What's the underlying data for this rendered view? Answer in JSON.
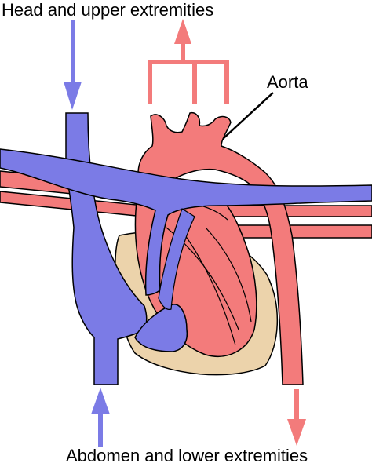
{
  "labels": {
    "top": "Head and upper extremities",
    "aorta": "Aorta",
    "bottom": "Abdomen and lower extremities"
  },
  "colors": {
    "venous_blue": "#7b7be6",
    "arterial_red": "#f37b7b",
    "tissue_tan": "#ecd3ab",
    "outline": "#000000",
    "background": "#ffffff"
  }
}
